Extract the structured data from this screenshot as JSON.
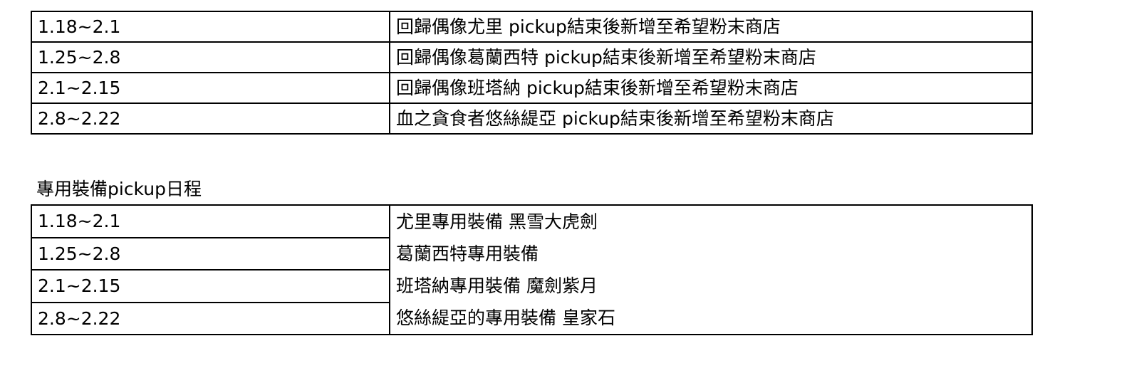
{
  "idol_schedule": {
    "rows": [
      {
        "date": "1.18~2.1",
        "text": "回歸偶像尤里 pickup結束後新增至希望粉末商店"
      },
      {
        "date": "1.25~2.8",
        "text": "回歸偶像葛蘭西特 pickup結束後新增至希望粉末商店"
      },
      {
        "date": "2.1~2.15",
        "text": "回歸偶像班塔納 pickup結束後新增至希望粉末商店"
      },
      {
        "date": "2.8~2.22",
        "text": "血之貪食者悠絲緹亞 pickup結束後新增至希望粉末商店"
      }
    ]
  },
  "equipment_schedule": {
    "title": "專用裝備pickup日程",
    "dates": [
      "1.18~2.1",
      "1.25~2.8",
      "2.1~2.15",
      "2.8~2.22"
    ],
    "items": [
      "尤里專用裝備 黑雪大虎劍",
      "葛蘭西特專用裝備",
      "班塔納專用裝備 魔劍紫月",
      "悠絲緹亞的專用裝備 皇家石"
    ]
  }
}
